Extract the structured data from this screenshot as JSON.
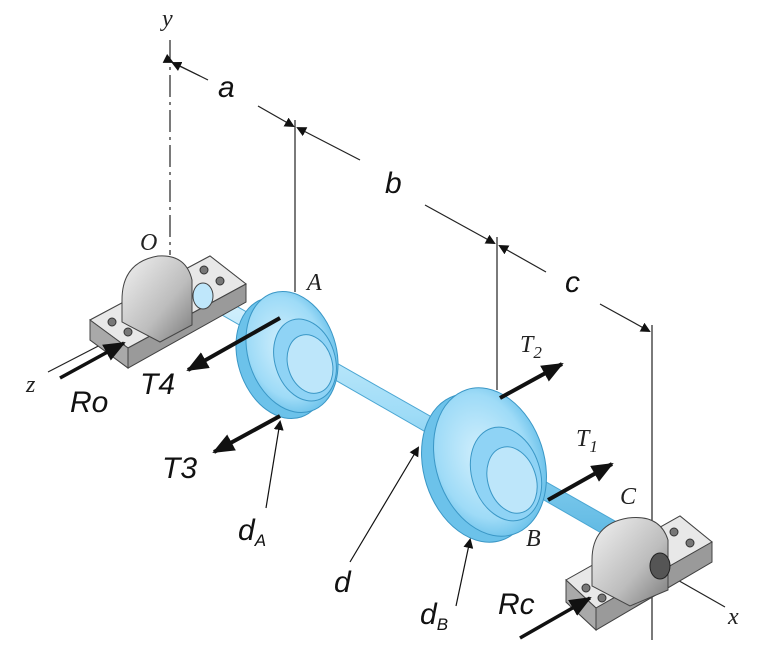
{
  "labels": {
    "y_axis": "y",
    "z_axis": "z",
    "x_axis": "x",
    "dim_a": "a",
    "dim_b": "b",
    "dim_c": "c",
    "point_O": "O",
    "point_A": "A",
    "point_B": "B",
    "point_C": "C",
    "t2_main": "T",
    "t2_sub": "2",
    "t1_main": "T",
    "t1_sub": "1",
    "t4": "T4",
    "t3": "T3",
    "ro": "Ro",
    "rc": "Rc",
    "d": "d",
    "da_main": "d",
    "da_sub": "A",
    "db_main": "d",
    "db_sub": "B"
  },
  "colors": {
    "pulley_light": "#bfe7fb",
    "pulley_mid": "#8fd3f5",
    "pulley_dark": "#5bb8e6",
    "shaft": "#9fdcf7",
    "bearing_light": "#e2e2e2",
    "bearing_dark": "#8a8a8a",
    "ink": "#111111"
  }
}
